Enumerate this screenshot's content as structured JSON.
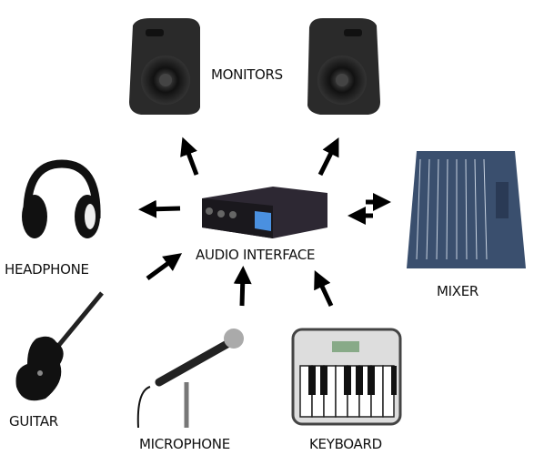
{
  "title": "Home studio audio interface connection diagram",
  "labels": {
    "monitors": "MONITORS",
    "headphone": "HEADPHONE",
    "audio_interface": "AUDIO INTERFACE",
    "mixer": "MIXER",
    "guitar": "GUITAR",
    "microphone": "MICROPHONE",
    "keyboard": "KEYBOARD"
  },
  "connections": [
    {
      "from": "AUDIO INTERFACE",
      "to": "MONITORS",
      "direction": "out"
    },
    {
      "from": "AUDIO INTERFACE",
      "to": "MONITORS",
      "direction": "out"
    },
    {
      "from": "AUDIO INTERFACE",
      "to": "HEADPHONE",
      "direction": "out"
    },
    {
      "from": "AUDIO INTERFACE",
      "to": "MIXER",
      "direction": "bidirectional"
    },
    {
      "from": "GUITAR",
      "to": "AUDIO INTERFACE",
      "direction": "in"
    },
    {
      "from": "MICROPHONE",
      "to": "AUDIO INTERFACE",
      "direction": "in"
    },
    {
      "from": "KEYBOARD",
      "to": "AUDIO INTERFACE",
      "direction": "in"
    }
  ],
  "colors": {
    "arrow": "#000000",
    "device": "#1e1e1e",
    "mixer": "#3a4f6e",
    "screen": "#4a90e0"
  }
}
